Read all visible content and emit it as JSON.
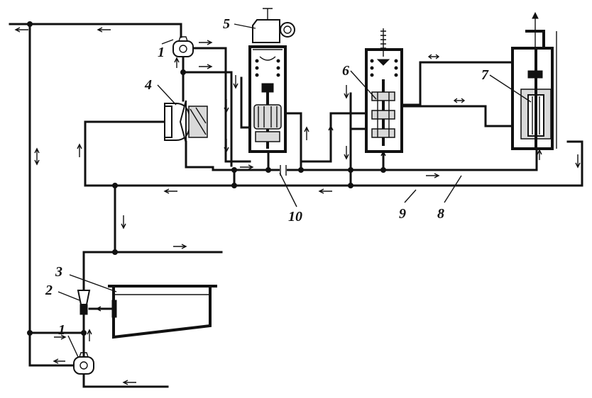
{
  "labels": {
    "pump_top": "1",
    "pump_bottom": "1",
    "injector": "2",
    "tank": "3",
    "turbine_regulator": "4",
    "main_servo": "5",
    "slide_valve": "6",
    "valve_servo": "7",
    "line_8": "8",
    "line_9": "9",
    "orifice": "10"
  },
  "colors": {
    "ink": "#111111",
    "background": "#ffffff"
  }
}
